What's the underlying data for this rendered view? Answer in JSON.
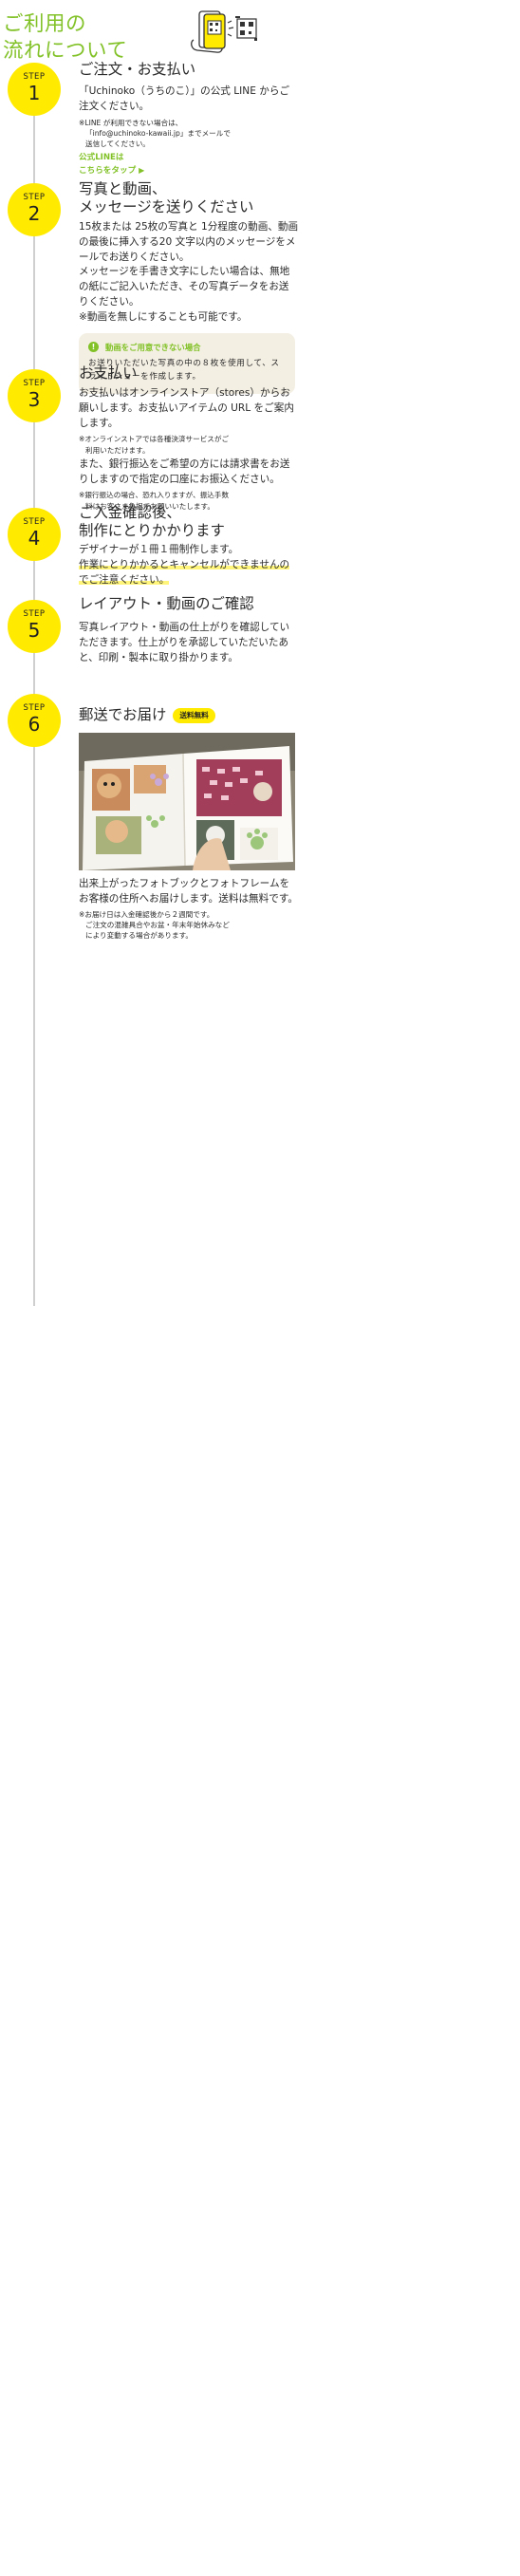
{
  "hero": {
    "title": "ご利用の\n流れについて",
    "icon": "phone-qr-icon"
  },
  "steps": [
    {
      "label": "STEP",
      "number": "1",
      "title": "ご注文・お支払い",
      "body": "「Uchinoko（うちのこ）」の公式 LINE からご注文ください。",
      "note_line1": "※LINE が利用できない場合は、",
      "note_line2": "「info@uchinoko-kawaii.jp」までメールで",
      "note_line3": "送信してください。",
      "link_line1": "公式LINEは",
      "link_line2": "こちらをタップ",
      "link_arrow": "▶"
    },
    {
      "label": "STEP",
      "number": "2",
      "title": "写真と動画、\nメッセージを送りください",
      "body1": "15枚または 25枚の写真と 1分程度の動画、動画の最後に挿入する20 文字以内のメッセージをメールでお送りください。",
      "body2": "メッセージを手書き文字にしたい場合は、無地の紙にご記入いただき、その写真データをお送りください。",
      "body3": "※動画を無しにすることも可能です。",
      "info_mark": "!",
      "info_title": "動画をご用意できない場合",
      "info_text": "お送りいただいた写真の中の８枚を使用して、スライドショーを作成します。"
    },
    {
      "label": "STEP",
      "number": "3",
      "title": "お支払い",
      "body1": "お支払いはオンラインストア（stores）からお願いします。お支払いアイテムの URL をご案内します。",
      "note1_line1": "※オンラインストアでは各種決済サービスがご",
      "note1_line2": "利用いただけます。",
      "body2": "また、銀行振込をご希望の方には請求書をお送りしますので指定の口座にお振込ください。",
      "note2_line1": "※銀行振込の場合、恐れ入りますが、振込手数",
      "note2_line2": "料はお客さま負担でお願いいたします。"
    },
    {
      "label": "STEP",
      "number": "4",
      "title": "ご入金確認後、\n制作にとりかかります",
      "body": "デザイナーが１冊１冊制作します。",
      "highlight": "作業にとりかかるとキャンセルができませんのでご注意ください。"
    },
    {
      "label": "STEP",
      "number": "5",
      "title": "レイアウト・動画のご確認",
      "body": "写真レイアウト・動画の仕上がりを確認していただきます。仕上がりを承認していただいたあと、印刷・製本に取り掛かります。"
    },
    {
      "label": "STEP",
      "number": "6",
      "title": "郵送でお届け",
      "badge": "送料無料",
      "body": "出来上がったフォトブックとフォトフレームをお客様の住所へお届けします。送料は無料です。",
      "note_line1": "※お届け日は入金確認後から２週間です。",
      "note_line2": "ご注文の混雑具合やお盆・年末年始休みなど",
      "note_line3": "により変動する場合があります。"
    }
  ],
  "colors": {
    "accent_green": "#82c228",
    "step_yellow": "#ffea00",
    "info_bg": "#f4efe3",
    "timeline": "#cfcfcf"
  }
}
